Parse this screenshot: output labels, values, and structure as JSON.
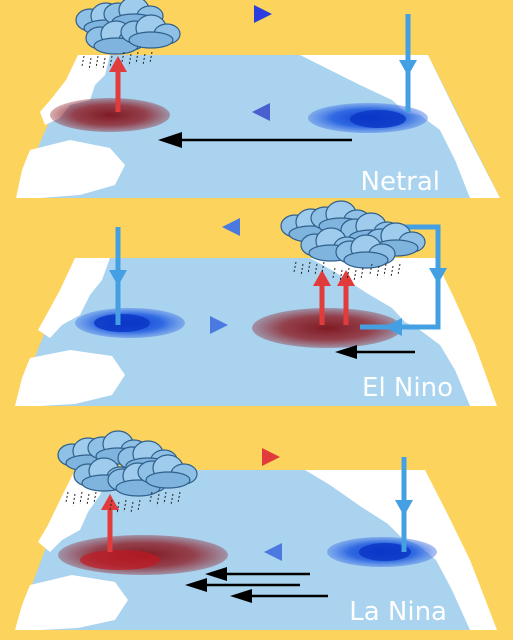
{
  "panels": [
    {
      "label": "Netral",
      "convection_side": "west",
      "cold_side": "east",
      "trade_wind_arrows": 1
    },
    {
      "label": "El Nino",
      "convection_side": "central",
      "cold_side": "west",
      "trade_wind_arrows": 1
    },
    {
      "label": "La Nina",
      "convection_side": "west",
      "cold_side": "east",
      "trade_wind_arrows": 3
    }
  ],
  "colors": {
    "background": "#fcd35c",
    "ocean": "#a9d3ee",
    "land": "#ffffff",
    "warm_pool": "#8e1c24",
    "cold_pool": "#1b57e0",
    "circulation_warm": "#e23b3b",
    "circulation_cool": "#45a0e3",
    "cloud": "#8fc0e6",
    "wind_arrow": "#000000"
  },
  "icons": [
    "storm-cloud-icon",
    "rain-icon",
    "arrow-icon"
  ]
}
